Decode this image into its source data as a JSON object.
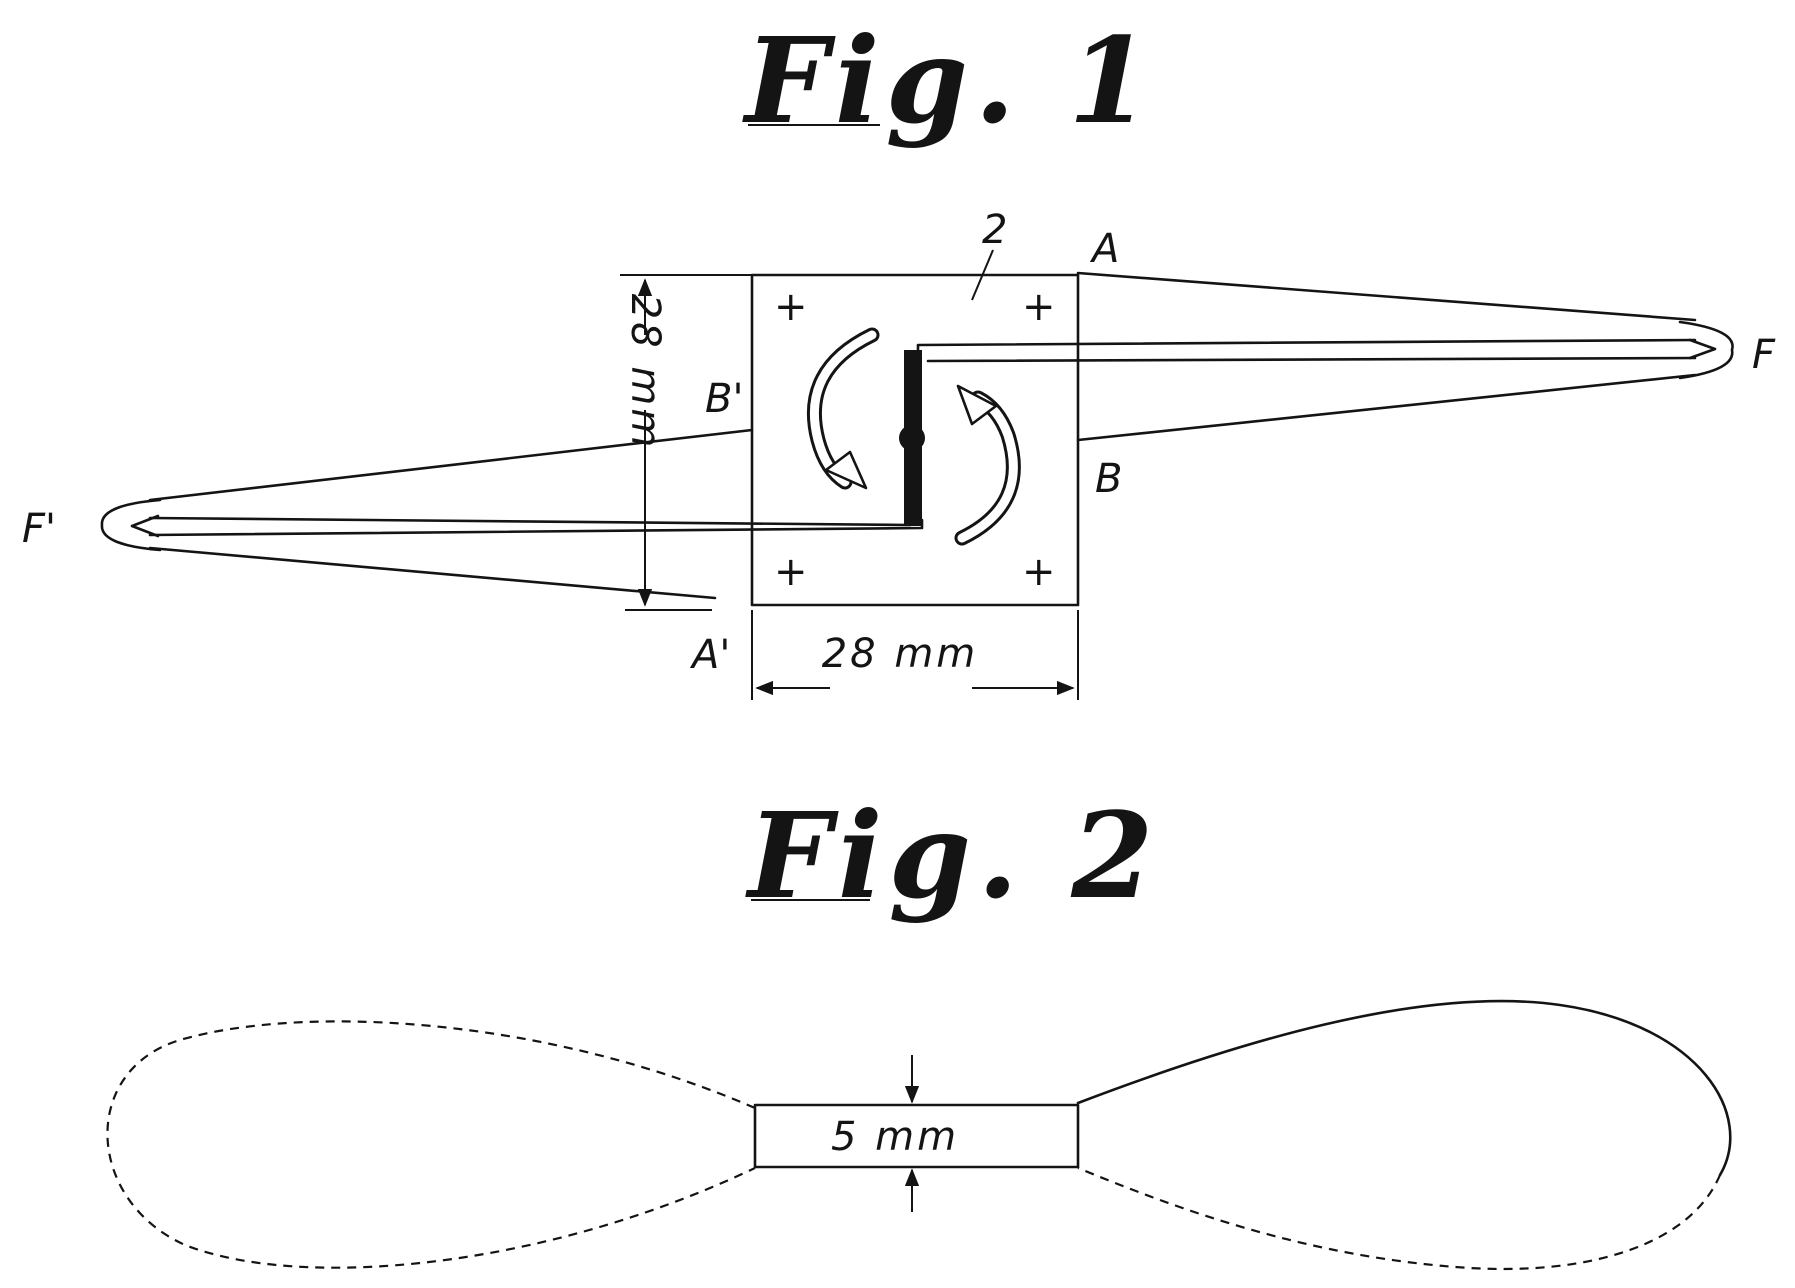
{
  "fig1": {
    "title": "Fig. 1",
    "labels": {
      "part_number": "2",
      "corner_a": "A",
      "corner_b": "B",
      "corner_a_prime": "A'",
      "corner_b_prime": "B'",
      "tip_f": "F",
      "tip_f_prime": "F'"
    },
    "dimensions": {
      "height": "28 mm",
      "width": "28 mm"
    },
    "mounting_marks": "+"
  },
  "fig2": {
    "title": "Fig. 2",
    "dimensions": {
      "thickness": "5 mm"
    }
  },
  "colors": {
    "ink": "#141414",
    "paper": "#ffffff"
  }
}
